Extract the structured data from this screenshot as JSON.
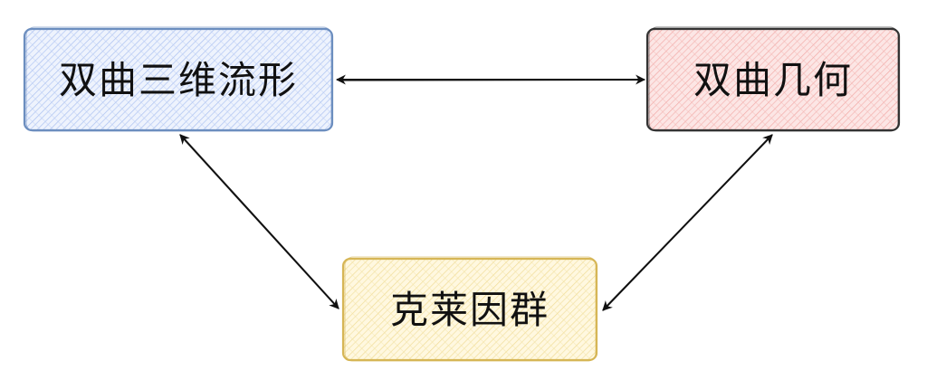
{
  "nodes": [
    {
      "id": "hyperbolic-3-manifolds",
      "label": "双曲三维流形",
      "fill": "#dde6fb",
      "stroke": "#6c8ebf"
    },
    {
      "id": "hyperbolic-geometry",
      "label": "双曲几何",
      "fill": "#f8cecc",
      "stroke": "#333333"
    },
    {
      "id": "kleinian-groups",
      "label": "克莱因群",
      "fill": "#fff2cc",
      "stroke": "#d6b656"
    }
  ],
  "edges": [
    {
      "from": "hyperbolic-3-manifolds",
      "to": "hyperbolic-geometry",
      "direction": "both"
    },
    {
      "from": "hyperbolic-3-manifolds",
      "to": "kleinian-groups",
      "direction": "both"
    },
    {
      "from": "hyperbolic-geometry",
      "to": "kleinian-groups",
      "direction": "both"
    }
  ]
}
